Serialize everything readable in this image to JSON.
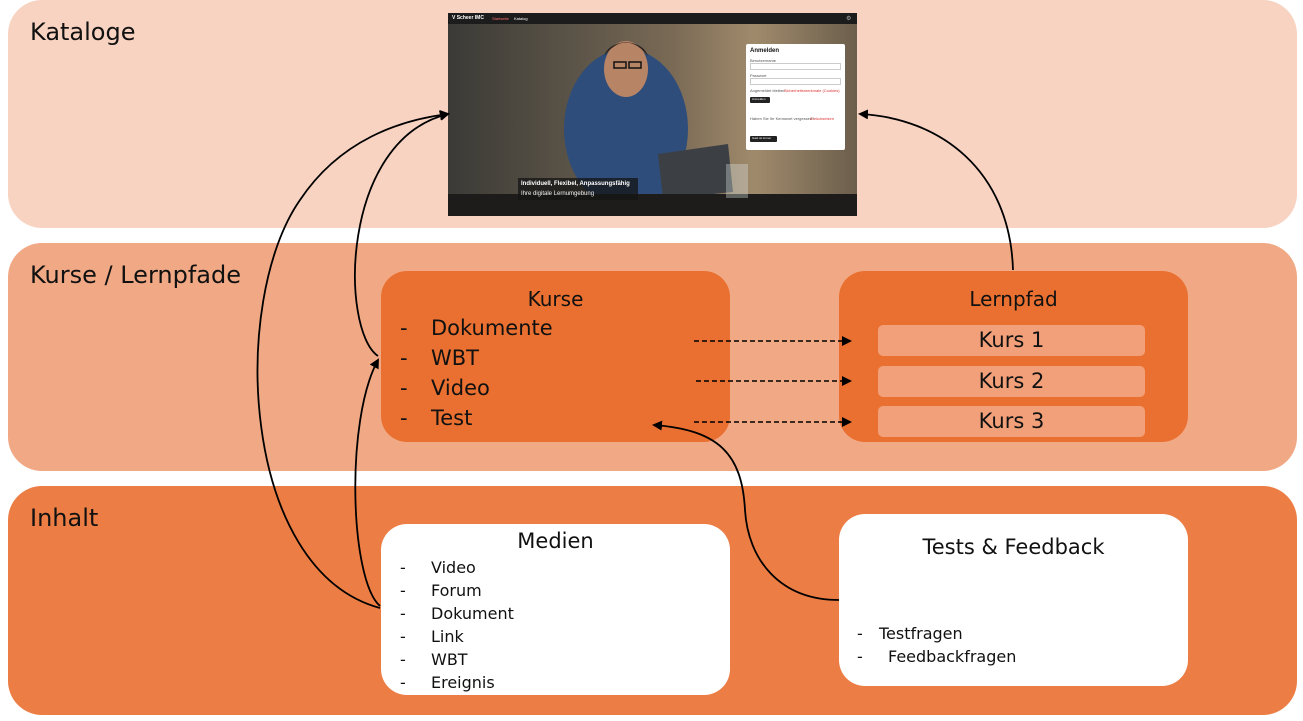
{
  "bands": {
    "kataloge": "Kataloge",
    "kurse": "Kurse / Lernpfade",
    "inhalt": "Inhalt"
  },
  "screenshot": {
    "brand": "V Scheer IMC",
    "nav_1": "Startseite",
    "nav_2": "Katalog",
    "login_title": "Anmelden",
    "username_label": "Benutzername",
    "password_label": "Passwort",
    "remember": "Angemeldet bleiben",
    "privacy_link": "Sicherheitsmerkmale (Cookies)",
    "login_button": "Anmelden",
    "forgot_text": "Haben Sie Ihr Kennwort vergessen?",
    "forgot_link": "Zurücksetzen",
    "guest_button": "Gast ist immer",
    "caption_title": "Individuell, Flexibel, Anpassungsfähig",
    "caption_sub": "Ihre digitale Lernumgebung"
  },
  "kurse_box": {
    "title": "Kurse",
    "items": [
      "Dokumente",
      "WBT",
      "Video",
      "Test"
    ]
  },
  "lernpfad_box": {
    "title": "Lernpfad",
    "items": [
      "Kurs 1",
      "Kurs 2",
      "Kurs 3"
    ]
  },
  "medien_box": {
    "title": "Medien",
    "items": [
      "Video",
      "Forum",
      "Dokument",
      "Link",
      "WBT",
      "Ereignis"
    ]
  },
  "tests_box": {
    "title": "Tests & Feedback",
    "items": [
      "Testfragen",
      "Feedbackfragen"
    ]
  },
  "dash": "-",
  "colors": {
    "band_kataloge": "#f8d3c2",
    "band_kurse": "#f1a985",
    "band_inhalt": "#ec7e45",
    "box_orange": "#e97030",
    "kurs_item": "#f1a07a"
  }
}
